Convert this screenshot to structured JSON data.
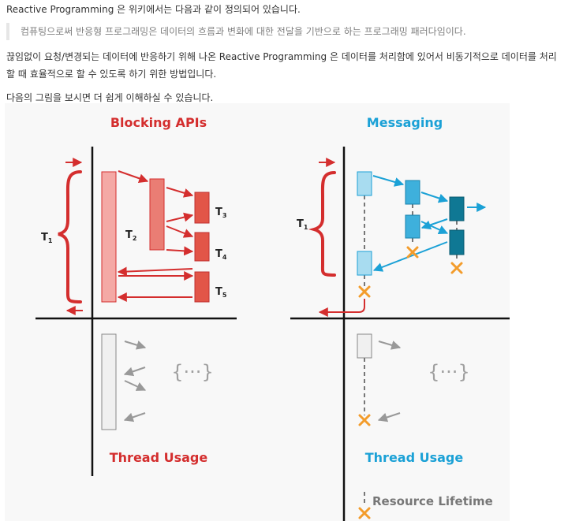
{
  "intro": "Reactive Programming 은 위키에서는 다음과 같이 정의되어 있습니다.",
  "quote": "컴퓨팅으로써 반응형 프로그래밍은 데이터의 흐름과 변화에 대한 전달을 기반으로 하는 프로그래밍 패러다임이다.",
  "body": "끊임없이 요청/변경되는 데이터에 반응하기 위해 나온 Reactive Programming 은 데이터를 처리함에 있어서 비동기적으로 데이터를 처리할 때 효율적으로 할 수 있도록 하기 위한 방법입니다.",
  "figure_intro": "다음의 그림을 보시면 더 쉽게 이해하실 수 있습니다.",
  "diagram": {
    "blocking_title": "Blocking APIs",
    "messaging_title": "Messaging",
    "thread_usage_left": "Thread Usage",
    "thread_usage_right": "Thread Usage",
    "resource_lifetime": "Resource Lifetime",
    "t1_left": "T",
    "t1_left_sub": "1",
    "t2": "T",
    "t2_sub": "2",
    "t3": "T",
    "t3_sub": "3",
    "t4": "T",
    "t4_sub": "4",
    "t5": "T",
    "t5_sub": "5",
    "t1_right": "T",
    "t1_right_sub": "1",
    "ellipsis_left": "{···}",
    "ellipsis_right": "{···}",
    "colors": {
      "blocking_red": "#d42e2e",
      "bar_pink": "#f4a9a5",
      "bar_salmon": "#ea7d74",
      "bar_red": "#e25548",
      "messaging_blue": "#1ba1d6",
      "box_light_blue": "#a8dcf0",
      "box_mid_blue": "#3eb0dc",
      "box_dark_teal": "#0f7894",
      "cross_orange": "#f39c2b",
      "gray": "#999999"
    }
  }
}
